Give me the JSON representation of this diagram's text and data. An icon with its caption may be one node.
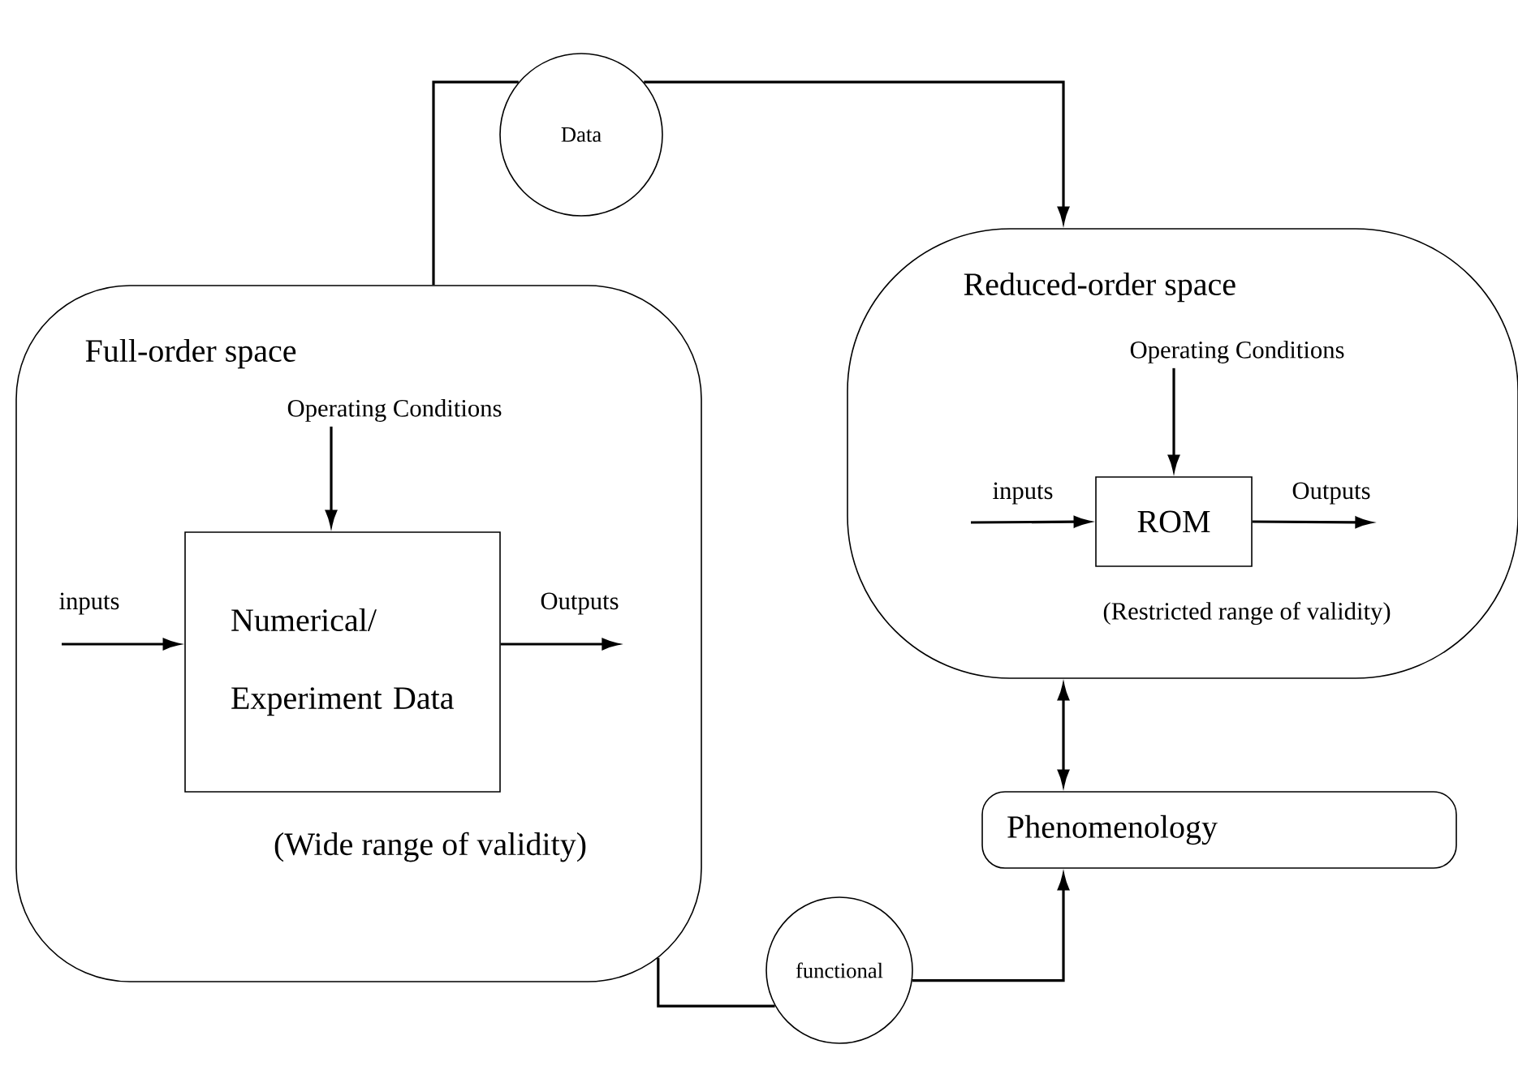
{
  "diagram": {
    "nodes": [
      {
        "text": [
          "Data"
        ]
      },
      {
        "text": [
          "Full-order space",
          "(Wide range of validity)"
        ]
      },
      {
        "text": [
          "Operating Conditions"
        ],
        "in": 1
      },
      {
        "text": [
          "Numerical/ Experiment Data"
        ],
        "in": 1
      },
      {
        "text": [
          "Reduced-order space",
          "(Restricted range of validity)"
        ]
      },
      {
        "text": [
          "Operating Conditions"
        ],
        "in": 4
      },
      {
        "text": [
          "ROM"
        ],
        "in": 4
      },
      {
        "text": [
          "Phenomenology"
        ]
      },
      {
        "text": [
          "functional"
        ]
      }
    ],
    "edges": [
      {
        "from": 1,
        "to": 0,
        "arrow": "none"
      },
      {
        "from": 0,
        "to": 4,
        "arrow": "to"
      },
      {
        "from": 2,
        "to": 3,
        "arrow": "to"
      },
      {
        "from": null,
        "to": 3,
        "arrow": "to",
        "label": "inputs"
      },
      {
        "from": 3,
        "to": null,
        "arrow": "to",
        "label": "Outputs"
      },
      {
        "from": 5,
        "to": 6,
        "arrow": "to"
      },
      {
        "from": null,
        "to": 6,
        "arrow": "to",
        "label": "inputs"
      },
      {
        "from": 6,
        "to": null,
        "arrow": "to",
        "label": "Outputs"
      },
      {
        "from": 4,
        "to": 7,
        "arrow": "both"
      },
      {
        "from": 1,
        "to": 8,
        "arrow": "none"
      },
      {
        "from": 8,
        "to": 7,
        "arrow": "to"
      }
    ]
  }
}
